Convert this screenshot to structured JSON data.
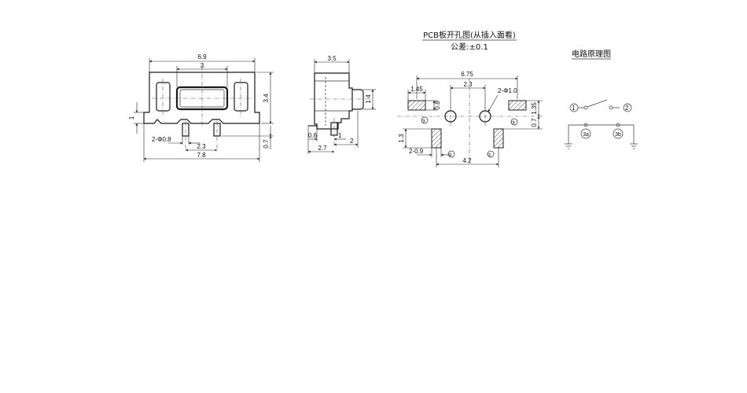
{
  "front_view": {
    "width_top": "6.9",
    "inner_width": "3",
    "height": "3.4",
    "foot_height": "1",
    "pin_spec": "2-Φ0.8",
    "pin_pitch": "2.3",
    "pin_length": "0.7",
    "total_width": "7.8"
  },
  "side_view": {
    "depth": "3.5",
    "actuator_height": "1.4",
    "dim_0_6": "0.6",
    "dim_1": "1",
    "dim_2": "2",
    "dim_2_7": "2.7"
  },
  "pcb_layout": {
    "title": "PCB板开孔图(从插入面看)",
    "tolerance": "公差:±0.1",
    "overall_width": "6.75",
    "hole_pitch": "2.3",
    "hole_spec": "2-Φ1.0",
    "pad_width": "1.45",
    "pad_height": "0.8",
    "pad_offset": "1.35",
    "pad_offset_small": "0.7",
    "lower_pad_height": "1.3",
    "lower_pad_spec": "2-0.9",
    "lower_pad_pitch": "4.2",
    "pin_labels": [
      "③",
      "②",
      "③",
      "①"
    ]
  },
  "circuit": {
    "title": "电路原理图",
    "terminal_1": "1",
    "terminal_2": "2",
    "terminal_3a": "3a",
    "terminal_3b": "3b"
  }
}
